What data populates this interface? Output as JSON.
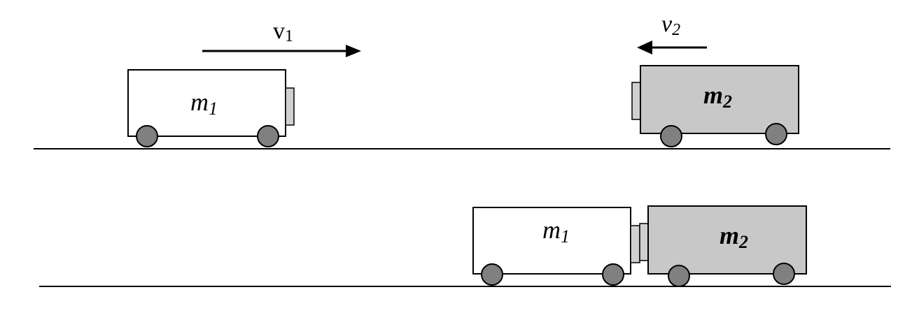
{
  "colors": {
    "line": "#000000",
    "cart_light": "#ffffff",
    "cart_dark": "#c8c8c8",
    "bumper": "#d0d0d0",
    "wheel": "#808080"
  },
  "top_scene": {
    "velocity_1": {
      "main": "v",
      "sub": "1"
    },
    "velocity_2": {
      "main": "v",
      "sub": "2"
    },
    "cart_1": {
      "mass_main": "m",
      "mass_sub": "1"
    },
    "cart_2": {
      "mass_main": "m",
      "mass_sub": "2"
    }
  },
  "bottom_scene": {
    "cart_1": {
      "mass_main": "m",
      "mass_sub": "1"
    },
    "cart_2": {
      "mass_main": "m",
      "mass_sub": "2"
    }
  }
}
